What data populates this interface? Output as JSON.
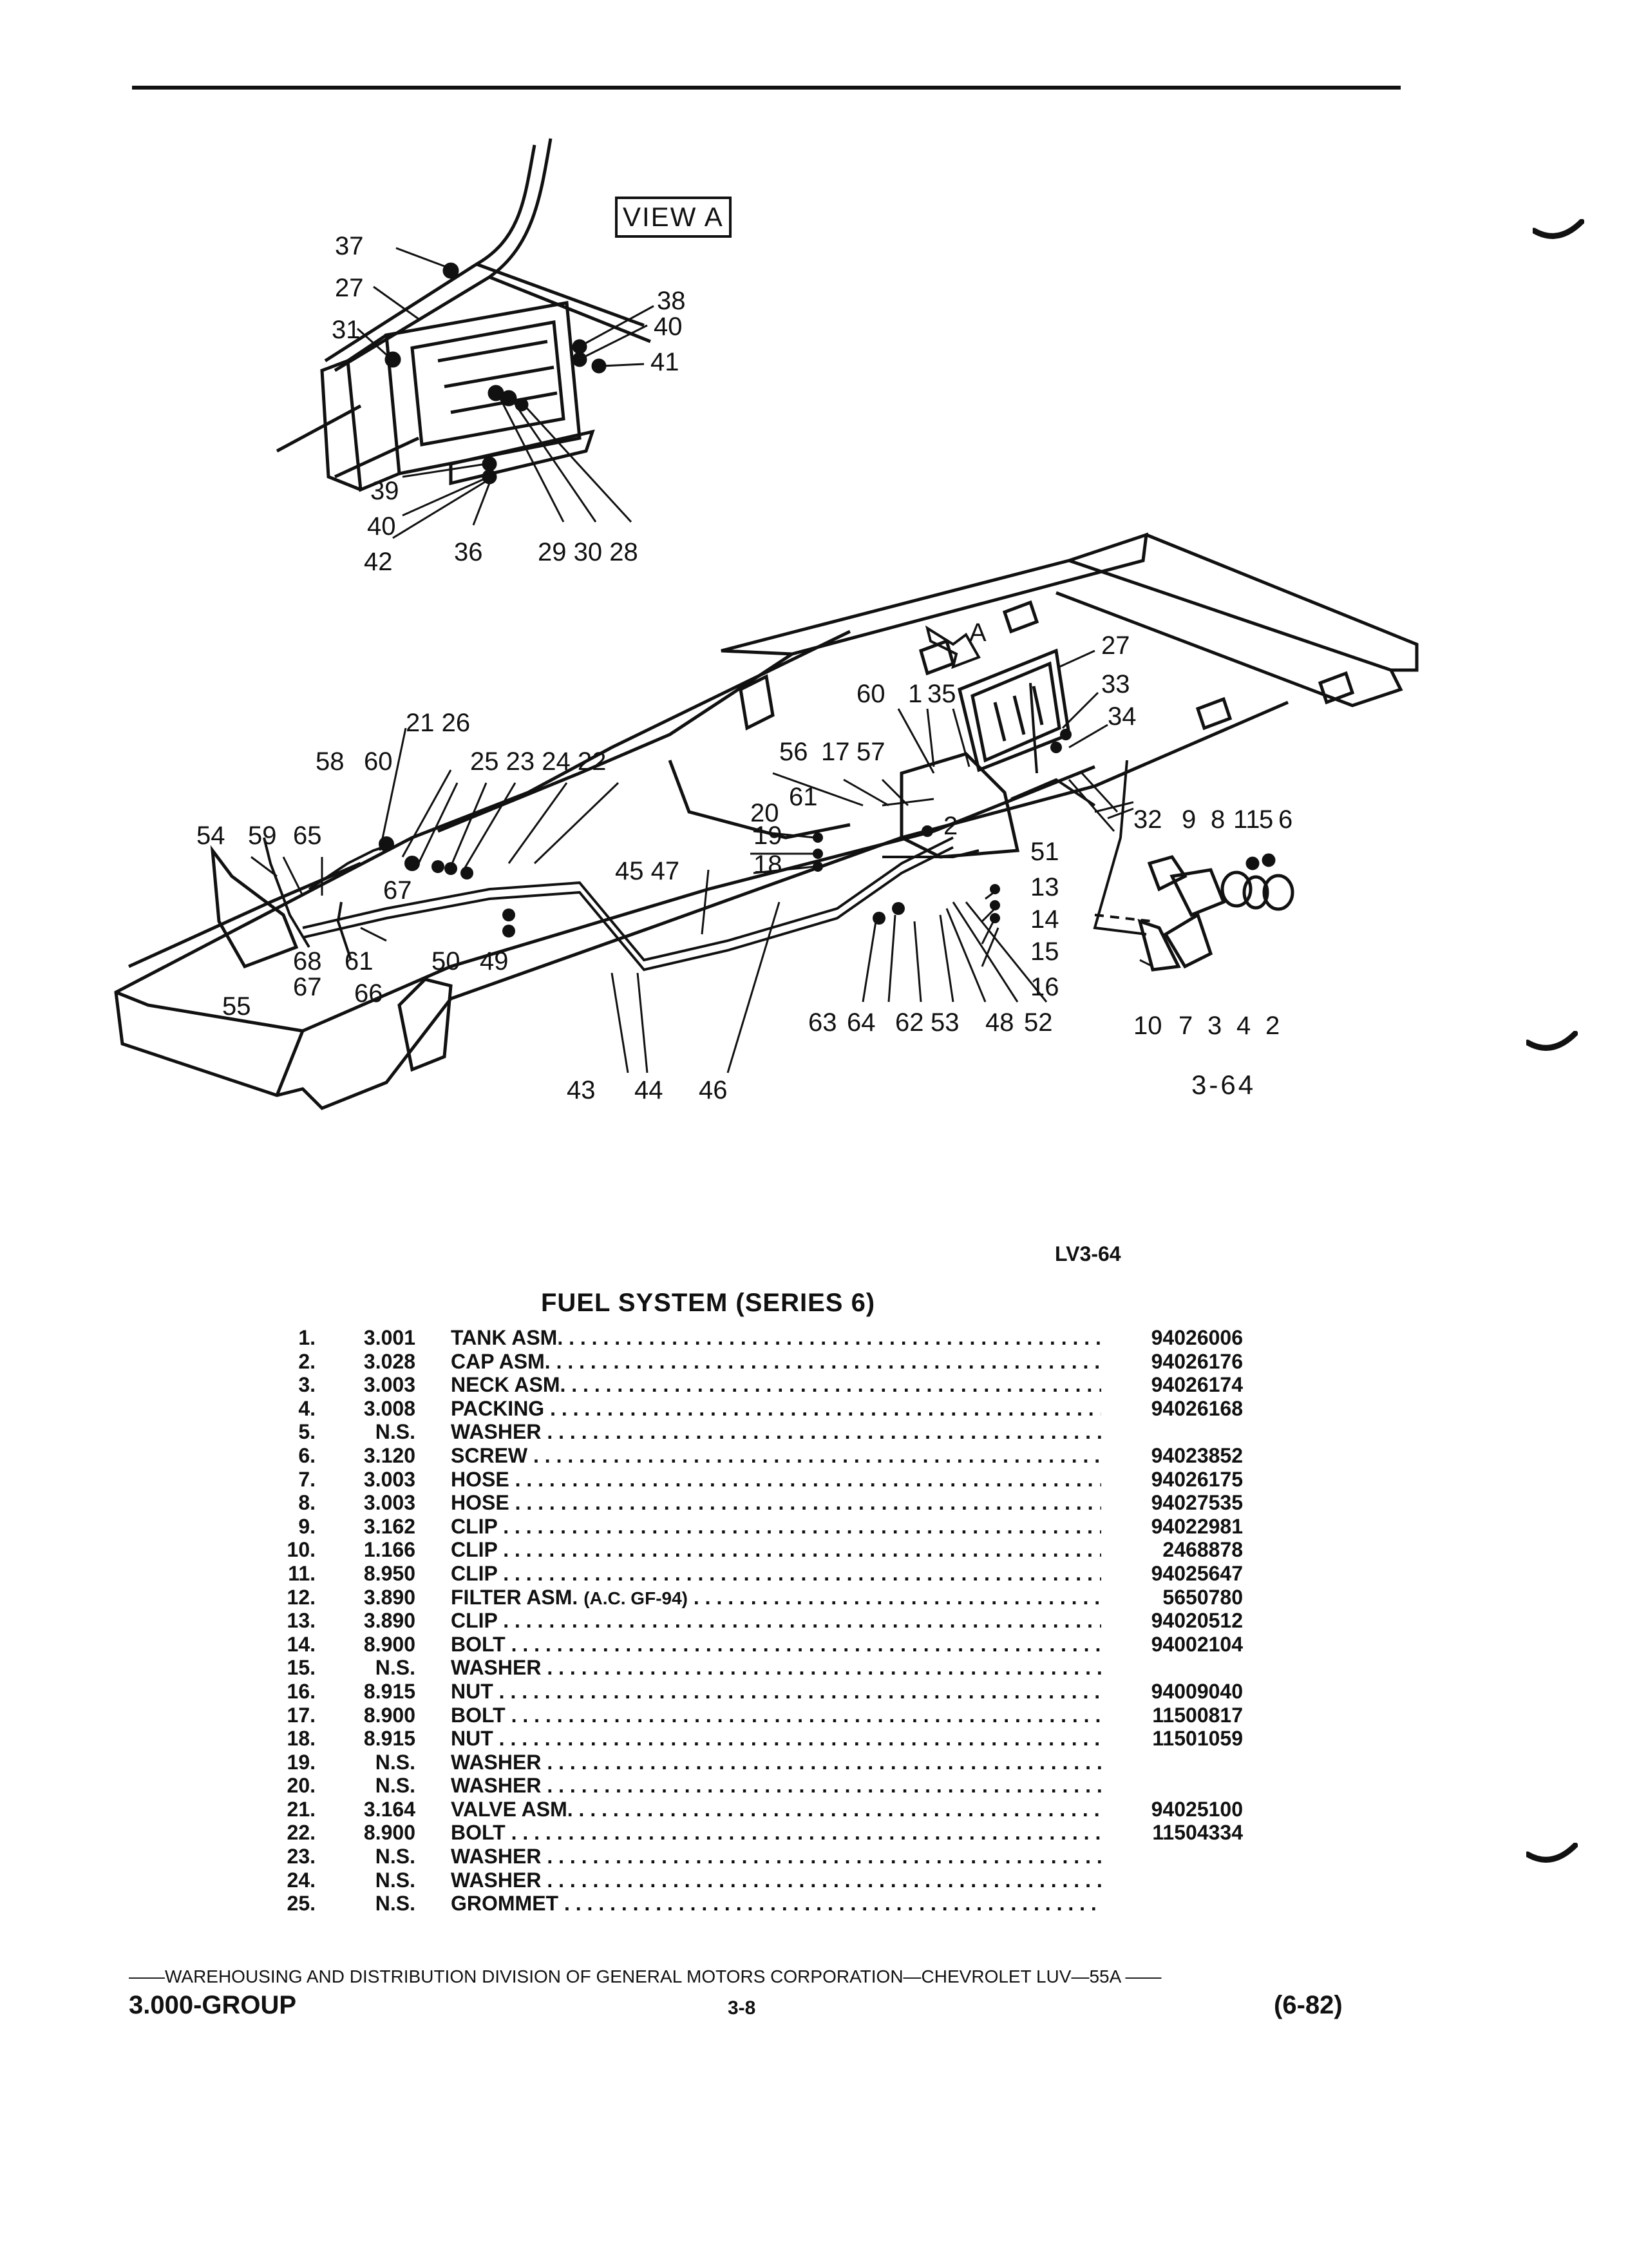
{
  "view_label": "VIEW A",
  "figure_ref": "3-64",
  "drawing_code": "LV3-64",
  "section_title": "FUEL SYSTEM (SERIES 6)",
  "callouts": {
    "view_a": [
      "37",
      "27",
      "31",
      "38",
      "40",
      "41",
      "39",
      "40",
      "42",
      "36",
      "29 30 28"
    ],
    "main": [
      "A",
      "27",
      "33",
      "34",
      "60",
      "1",
      "35",
      "21 26",
      "58",
      "60",
      "25 23 24 22",
      "56",
      "17",
      "57",
      "61",
      "2",
      "32",
      "9",
      "8",
      "11",
      "5",
      "6",
      "20",
      "19",
      "18",
      "54",
      "59",
      "65",
      "67",
      "45 47",
      "51",
      "13",
      "14",
      "15",
      "16",
      "68",
      "61",
      "50",
      "49",
      "55",
      "67",
      "66",
      "63",
      "64",
      "62",
      "53",
      "48",
      "52",
      "10",
      "7",
      "3",
      "4",
      "2",
      "43",
      "44",
      "46"
    ]
  },
  "parts": [
    {
      "num": "1.",
      "group": "3.001",
      "desc": "TANK ASM.",
      "part": "94026006"
    },
    {
      "num": "2.",
      "group": "3.028",
      "desc": "CAP ASM.",
      "part": "94026176"
    },
    {
      "num": "3.",
      "group": "3.003",
      "desc": "NECK ASM.",
      "part": "94026174"
    },
    {
      "num": "4.",
      "group": "3.008",
      "desc": "PACKING",
      "part": "94026168"
    },
    {
      "num": "5.",
      "group": "N.S.",
      "desc": "WASHER",
      "part": ""
    },
    {
      "num": "6.",
      "group": "3.120",
      "desc": "SCREW",
      "part": "94023852"
    },
    {
      "num": "7.",
      "group": "3.003",
      "desc": "HOSE",
      "part": "94026175"
    },
    {
      "num": "8.",
      "group": "3.003",
      "desc": "HOSE",
      "part": "94027535"
    },
    {
      "num": "9.",
      "group": "3.162",
      "desc": "CLIP",
      "part": "94022981"
    },
    {
      "num": "10.",
      "group": "1.166",
      "desc": "CLIP",
      "part": "2468878"
    },
    {
      "num": "11.",
      "group": "8.950",
      "desc": "CLIP",
      "part": "94025647"
    },
    {
      "num": "12.",
      "group": "3.890",
      "desc": "FILTER ASM.",
      "note": "(A.C. GF-94)",
      "part": "5650780"
    },
    {
      "num": "13.",
      "group": "3.890",
      "desc": "CLIP",
      "part": "94020512"
    },
    {
      "num": "14.",
      "group": "8.900",
      "desc": "BOLT",
      "part": "94002104"
    },
    {
      "num": "15.",
      "group": "N.S.",
      "desc": "WASHER",
      "part": ""
    },
    {
      "num": "16.",
      "group": "8.915",
      "desc": "NUT",
      "part": "94009040"
    },
    {
      "num": "17.",
      "group": "8.900",
      "desc": "BOLT",
      "part": "11500817"
    },
    {
      "num": "18.",
      "group": "8.915",
      "desc": "NUT",
      "part": "11501059"
    },
    {
      "num": "19.",
      "group": "N.S.",
      "desc": "WASHER",
      "part": ""
    },
    {
      "num": "20.",
      "group": "N.S.",
      "desc": "WASHER",
      "part": ""
    },
    {
      "num": "21.",
      "group": "3.164",
      "desc": "VALVE ASM.",
      "part": "94025100"
    },
    {
      "num": "22.",
      "group": "8.900",
      "desc": "BOLT",
      "part": "11504334"
    },
    {
      "num": "23.",
      "group": "N.S.",
      "desc": "WASHER",
      "part": ""
    },
    {
      "num": "24.",
      "group": "N.S.",
      "desc": "WASHER",
      "part": ""
    },
    {
      "num": "25.",
      "group": "N.S.",
      "desc": "GROMMET",
      "part": ""
    }
  ],
  "footer": {
    "division_line": "——WAREHOUSING AND DISTRIBUTION DIVISION OF GENERAL MOTORS CORPORATION—CHEVROLET LUV—55A ——",
    "group": "3.000-GROUP",
    "page": "3-8",
    "date": "(6-82)"
  }
}
